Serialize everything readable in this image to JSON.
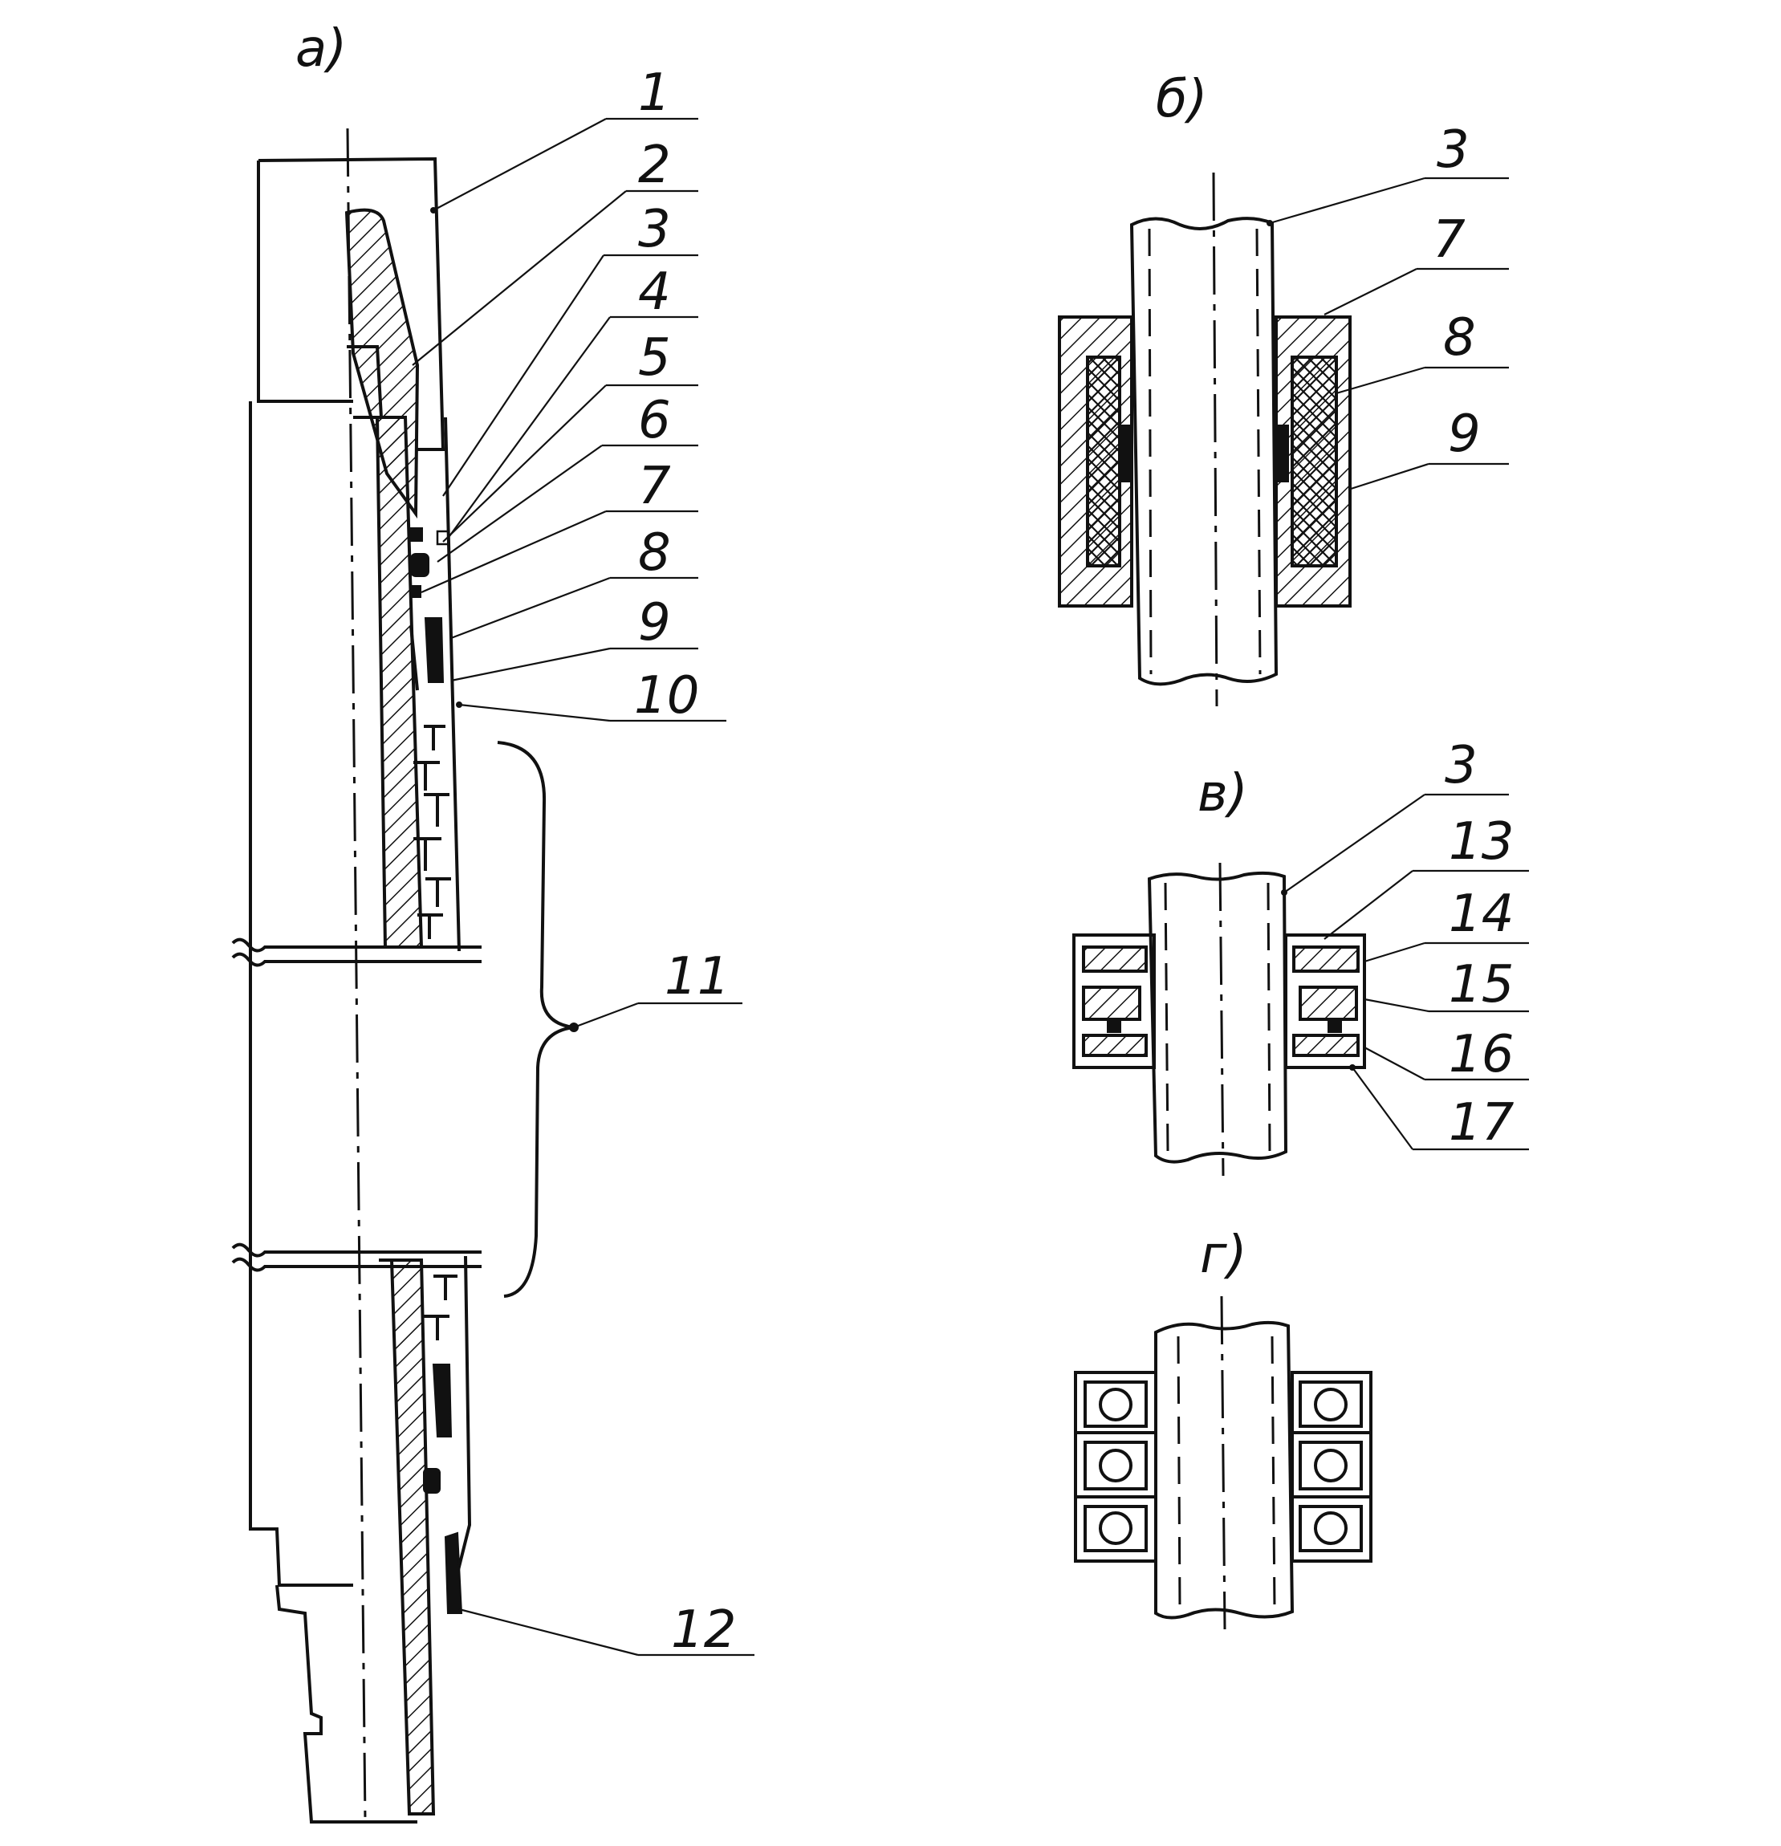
{
  "views": {
    "a": "а)",
    "b": "б)",
    "v": "в)",
    "g": "г)"
  },
  "callouts_a": [
    "1",
    "2",
    "3",
    "4",
    "5",
    "6",
    "7",
    "8",
    "9",
    "10",
    "11",
    "12"
  ],
  "callouts_b": [
    "3",
    "7",
    "8",
    "9"
  ],
  "callouts_v": [
    "3",
    "13",
    "14",
    "15",
    "16",
    "17"
  ]
}
